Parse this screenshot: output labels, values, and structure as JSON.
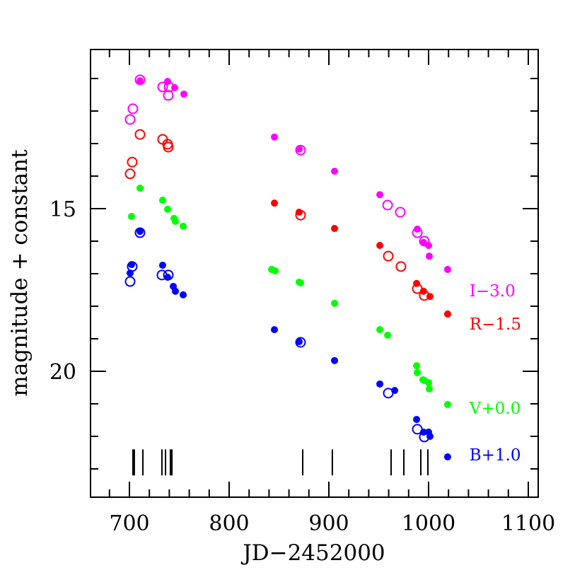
{
  "chart_data": {
    "type": "scatter",
    "title": "",
    "xlabel": "JD−2452000",
    "ylabel": "magnitude + constant",
    "xlim": [
      660,
      1110
    ],
    "ylim": [
      23.87,
      10.1
    ],
    "y_inverted": true,
    "grid": false,
    "x_major_ticks": [
      700,
      800,
      900,
      1000,
      1100
    ],
    "x_minor_step": 20,
    "y_major_ticks": [
      15,
      20
    ],
    "y_minor_step": 1,
    "x_tick_labels": [
      "700",
      "800",
      "900",
      "1000",
      "1100"
    ],
    "y_tick_labels": [
      "15",
      "20"
    ],
    "legend_position": "right, inside plot",
    "marker_note": "filled circles and open circles denote two different data sources",
    "series": [
      {
        "name": "I−3.0",
        "color": "#ff00ff",
        "filled": [
          [
            710.6,
            11.07
          ],
          [
            738.3,
            11.09
          ],
          [
            745.4,
            11.28
          ],
          [
            754.6,
            11.48
          ],
          [
            845.4,
            12.8
          ],
          [
            870.2,
            13.17
          ],
          [
            905.7,
            13.85
          ],
          [
            951.1,
            14.57
          ],
          [
            988.7,
            15.63
          ],
          [
            995.0,
            16.04
          ],
          [
            1000.0,
            16.13
          ],
          [
            1000.7,
            16.46
          ],
          [
            1019.1,
            16.87
          ]
        ],
        "open": [
          [
            710.6,
            11.04
          ],
          [
            733.3,
            11.26
          ],
          [
            739.7,
            11.26
          ],
          [
            739.0,
            11.52
          ],
          [
            703.5,
            11.93
          ],
          [
            700.7,
            12.26
          ],
          [
            871.6,
            13.2
          ],
          [
            958.9,
            14.89
          ],
          [
            971.6,
            15.11
          ],
          [
            988.7,
            15.74
          ],
          [
            995.7,
            16.0
          ]
        ]
      },
      {
        "name": "R−1.5",
        "color": "#ff0000",
        "filled": [
          [
            845.4,
            14.83
          ],
          [
            870.2,
            15.11
          ],
          [
            905.7,
            15.61
          ],
          [
            951.1,
            16.13
          ],
          [
            988.0,
            17.3
          ],
          [
            995.0,
            17.54
          ],
          [
            1001.4,
            17.7
          ],
          [
            1019.1,
            18.24
          ]
        ],
        "open": [
          [
            710.6,
            12.72
          ],
          [
            733.3,
            12.87
          ],
          [
            738.3,
            13.02
          ],
          [
            739.0,
            13.11
          ],
          [
            702.8,
            13.57
          ],
          [
            700.7,
            13.93
          ],
          [
            871.6,
            15.2
          ],
          [
            959.6,
            16.46
          ],
          [
            972.3,
            16.78
          ],
          [
            988.7,
            17.46
          ],
          [
            995.7,
            17.67
          ]
        ]
      },
      {
        "name": "V+0.0",
        "color": "#00ff00",
        "filled": [
          [
            710.6,
            14.37
          ],
          [
            733.3,
            14.74
          ],
          [
            738.3,
            15.02
          ],
          [
            744.7,
            15.3
          ],
          [
            746.1,
            15.39
          ],
          [
            753.9,
            15.54
          ],
          [
            702.1,
            15.24
          ],
          [
            842.6,
            16.87
          ],
          [
            846.1,
            16.91
          ],
          [
            870.2,
            17.26
          ],
          [
            871.6,
            17.28
          ],
          [
            905.7,
            17.91
          ],
          [
            951.1,
            18.72
          ],
          [
            958.9,
            18.89
          ],
          [
            988.0,
            19.83
          ],
          [
            988.7,
            20.04
          ],
          [
            994.3,
            20.26
          ],
          [
            995.7,
            20.28
          ],
          [
            1000.0,
            20.35
          ],
          [
            1000.7,
            20.54
          ],
          [
            1019.1,
            21.02
          ]
        ],
        "open": []
      },
      {
        "name": "B+1.0",
        "color": "#0000ff",
        "filled": [
          [
            710.6,
            15.7
          ],
          [
            702.1,
            16.72
          ],
          [
            700.7,
            16.98
          ],
          [
            733.3,
            16.74
          ],
          [
            738.3,
            17.11
          ],
          [
            744.0,
            17.39
          ],
          [
            746.1,
            17.54
          ],
          [
            753.9,
            17.65
          ],
          [
            845.4,
            18.72
          ],
          [
            870.2,
            19.09
          ],
          [
            905.7,
            19.67
          ],
          [
            951.1,
            20.39
          ],
          [
            966.0,
            20.59
          ],
          [
            988.0,
            21.48
          ],
          [
            995.0,
            21.87
          ],
          [
            1000.0,
            21.87
          ],
          [
            1001.4,
            22.0
          ],
          [
            1019.1,
            22.63
          ]
        ],
        "open": [
          [
            710.6,
            15.74
          ],
          [
            702.8,
            16.78
          ],
          [
            700.7,
            17.24
          ],
          [
            732.6,
            17.04
          ],
          [
            739.0,
            17.04
          ],
          [
            871.6,
            19.11
          ],
          [
            959.6,
            20.67
          ],
          [
            988.7,
            21.78
          ],
          [
            995.7,
            22.02
          ]
        ]
      }
    ],
    "epoch_markers": {
      "description": "vertical line markers near bottom of plot",
      "x": [
        703.5,
        704.9,
        713.5,
        732.6,
        736.2,
        741.1,
        742.6,
        873.8,
        903.5,
        962.4,
        975.2,
        992.2,
        999.3
      ],
      "mag_range": [
        22.4,
        23.2
      ]
    },
    "annotations": [
      {
        "text": "I−3.0",
        "color": "#ff00ff",
        "x": 1041,
        "y": 17.7
      },
      {
        "text": "R−1.5",
        "color": "#ff0000",
        "x": 1041,
        "y": 18.72
      },
      {
        "text": "V+0.0",
        "color": "#00ff00",
        "x": 1041,
        "y": 21.3
      },
      {
        "text": "B+1.0",
        "color": "#0000ff",
        "x": 1041,
        "y": 22.74
      }
    ]
  },
  "labels": {
    "xlabel": "JD−2452000",
    "ylabel": "magnitude + constant"
  }
}
